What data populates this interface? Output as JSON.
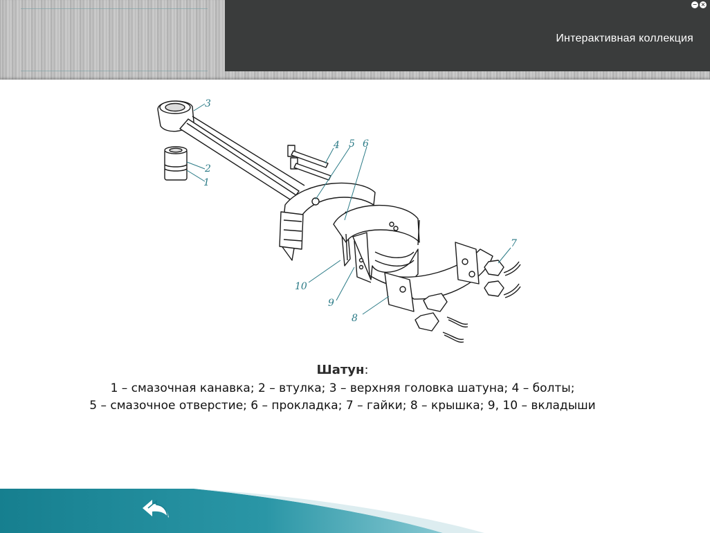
{
  "header": {
    "app_title": "Интерактивная коллекция",
    "minimize_glyph": "−",
    "close_glyph": "×"
  },
  "diagram": {
    "callouts": [
      "1",
      "2",
      "3",
      "4",
      "5",
      "6",
      "7",
      "8",
      "9",
      "10"
    ]
  },
  "caption": {
    "title": "Шатун",
    "title_suffix": ":",
    "line1": "1 – смазочная канавка; 2 – втулка; 3 – верхняя головка шатуна; 4 – болты;",
    "line2": "5 – смазочное отверстие; 6 – прокладка; 7 – гайки; 8 – крышка; 9, 10 – вкладыши"
  },
  "footer": {
    "back_icon": "back-arrow-icon"
  },
  "colors": {
    "header_dark": "#3a3c3c",
    "accent_teal": "#2a7a86",
    "footer_teal": "#1e8898"
  }
}
